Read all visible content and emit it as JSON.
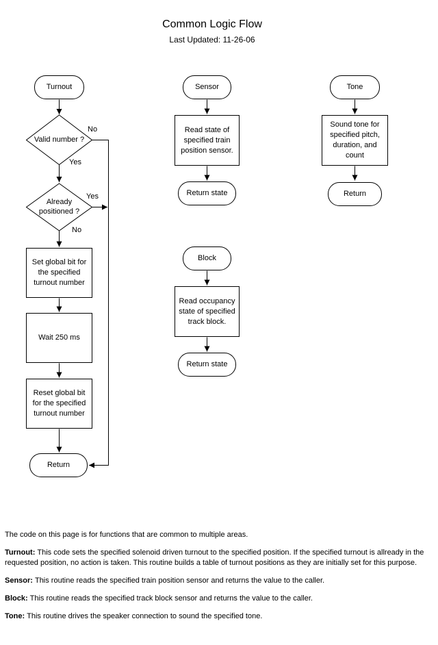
{
  "header": {
    "title": "Common Logic Flow",
    "subtitle": "Last Updated: 11-26-06"
  },
  "colors": {
    "line": "#000000",
    "background": "#ffffff",
    "text": "#000000"
  },
  "flowchart": {
    "turnout": {
      "start": "Turnout",
      "decision_valid": "Valid number ?",
      "valid_no": "No",
      "valid_yes": "Yes",
      "decision_positioned": "Already positioned ?",
      "positioned_yes": "Yes",
      "positioned_no": "No",
      "process_set": "Set global bit for the specified turnout number",
      "process_wait": "Wait 250 ms",
      "process_reset": "Reset global bit for the specified turnout number",
      "end": "Return"
    },
    "sensor": {
      "start": "Sensor",
      "process": "Read state of specified train position sensor.",
      "end": "Return state"
    },
    "tone": {
      "start": "Tone",
      "process": "Sound tone for specified pitch, duration, and count",
      "end": "Return"
    },
    "block": {
      "start": "Block",
      "process": "Read occupancy state of specified track block.",
      "end": "Return state"
    }
  },
  "notes": {
    "intro": "The code on this page is for functions that are common to multiple areas.",
    "items": [
      {
        "term": "Turnout:",
        "text": "This code sets the specified solenoid driven turnout to the specified position. If the specified turnout is allready in the requested position, no action is taken. This routine builds a table of turnout positions as they are initially set for this purpose."
      },
      {
        "term": "Sensor:",
        "text": "This routine reads the specified train position sensor and returns the value to the caller."
      },
      {
        "term": "Block:",
        "text": "This routine reads the specified track block sensor and returns the value to the caller."
      },
      {
        "term": "Tone:",
        "text": "This routine drives the speaker connection to sound the specified tone."
      }
    ]
  }
}
